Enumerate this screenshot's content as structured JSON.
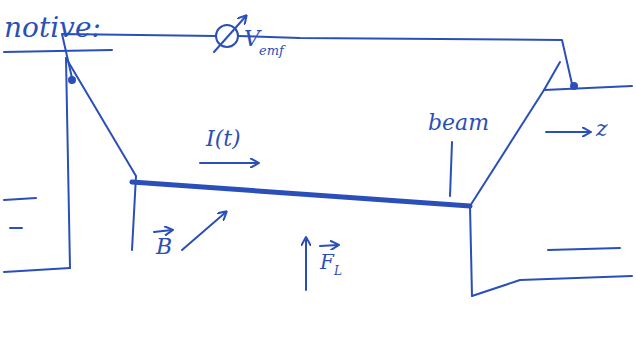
{
  "diagram": {
    "labels": [
      "notive:",
      "V",
      "emf",
      "I(t)",
      "beam",
      "B",
      "F",
      "L",
      "z"
    ]
  }
}
